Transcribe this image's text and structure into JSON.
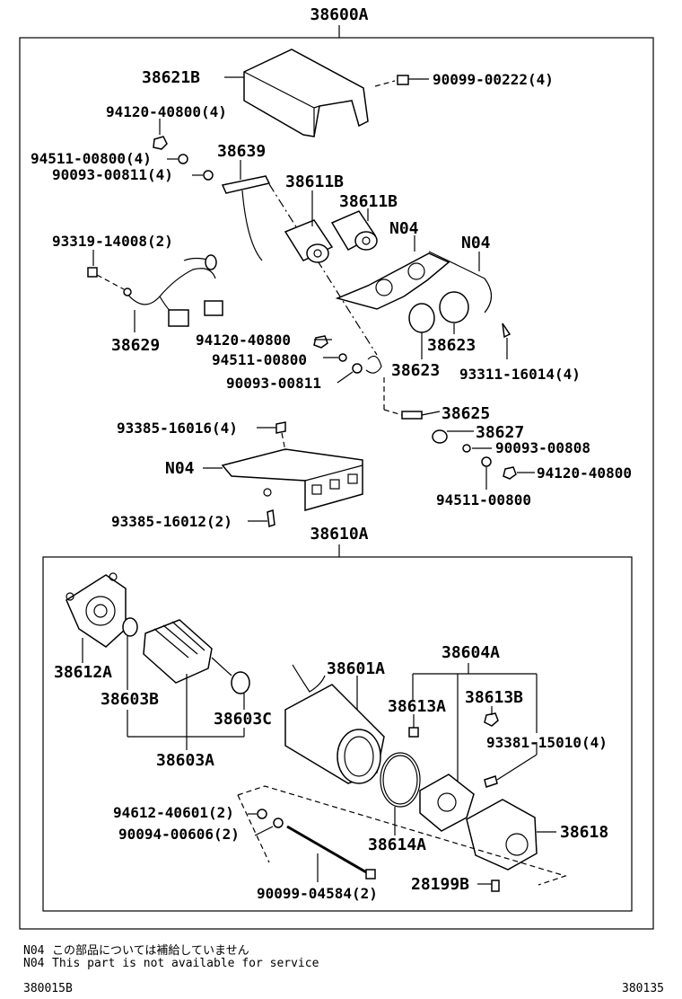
{
  "diagram": {
    "top_label": "38600A",
    "sub_label": "38610A",
    "parts_upper": {
      "p38621B": "38621B",
      "p90099_00222": "90099-00222(4)",
      "p94120_40800_4": "94120-40800(4)",
      "p94511_00800_4": "94511-00800(4)",
      "p90093_00811_4": "90093-00811(4)",
      "p38639": "38639",
      "p38611B_a": "38611B",
      "p38611B_b": "38611B",
      "pN04_a": "N04",
      "pN04_b": "N04",
      "p93319_14008": "93319-14008(2)",
      "p38629": "38629",
      "p94120_40800": "94120-40800",
      "p94511_00800": "94511-00800",
      "p90093_00811": "90093-00811",
      "p38623_a": "38623",
      "p38623_b": "38623",
      "p93311_16014": "93311-16014(4)",
      "p38625": "38625",
      "p38627": "38627",
      "p93385_16016": "93385-16016(4)",
      "p90093_00808": "90093-00808",
      "pN04_c": "N04",
      "p94120_40800_r": "94120-40800",
      "p94511_00800_r": "94511-00800",
      "p93385_16012": "93385-16012(2)"
    },
    "parts_lower": {
      "p38612A": "38612A",
      "p38603B": "38603B",
      "p38603C": "38603C",
      "p38603A": "38603A",
      "p38601A": "38601A",
      "p38604A": "38604A",
      "p38613A": "38613A",
      "p38613B": "38613B",
      "p93381_15010": "93381-15010(4)",
      "p94612_40601": "94612-40601(2)",
      "p90094_00606": "90094-00606(2)",
      "p38614A": "38614A",
      "p38618": "38618",
      "p28199B": "28199B",
      "p90099_04584": "90099-04584(2)"
    }
  },
  "notes": {
    "line1_code": "N04",
    "line1_text": "この部品については補給していません",
    "line2_code": "N04",
    "line2_text": "This part is not available for service"
  },
  "footer": {
    "left": "380015B",
    "right": "380135"
  }
}
